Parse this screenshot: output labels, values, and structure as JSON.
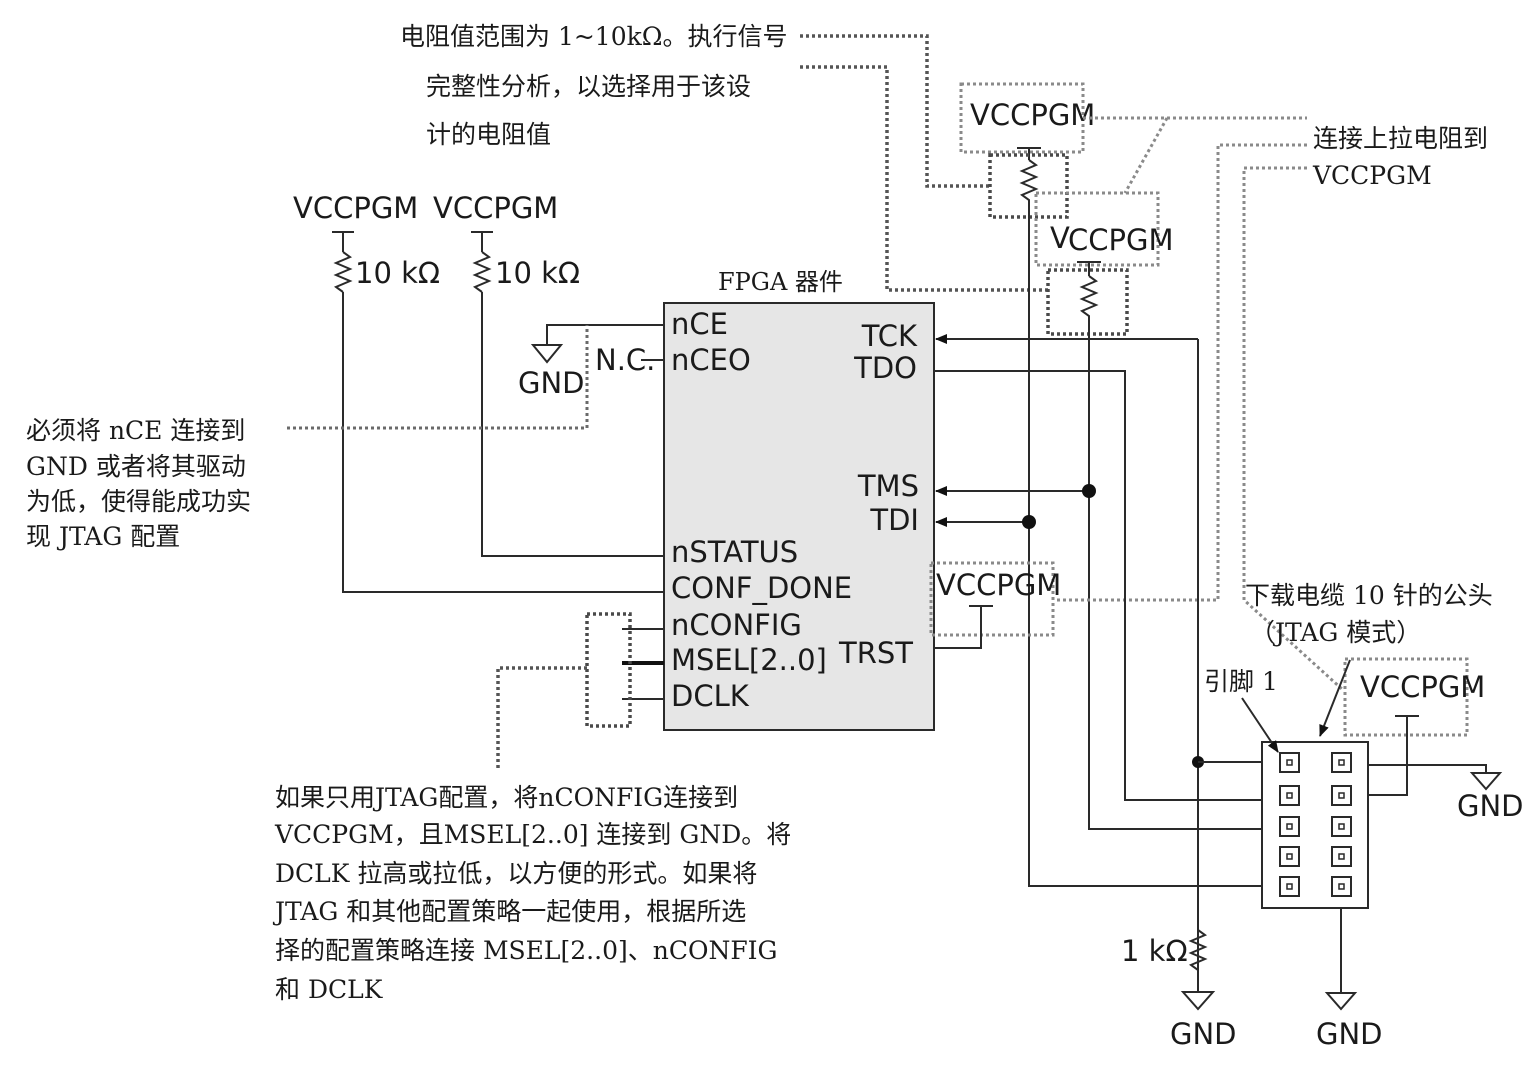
{
  "fpga": {
    "title": "FPGA 器件",
    "left_pins": [
      "nCE",
      "nCEO",
      "nSTATUS",
      "CONF_DONE",
      "nCONFIG",
      "MSEL[2..0]",
      "DCLK"
    ],
    "right_pins": [
      "TCK",
      "TDO",
      "TMS",
      "TDI",
      "TRST"
    ]
  },
  "labels": {
    "vccpgm": "VCCPGM",
    "vccpgm_sub_v": "V",
    "vccpgm_sub_rest": "CCPGM",
    "r_10k": "10 kΩ",
    "r_1k": "1 kΩ",
    "gnd": "GND",
    "nc": "N.C.",
    "pin1": "引脚 1"
  },
  "notes": {
    "resistor_value": [
      "电阻值范围为 1~10kΩ。执行信号",
      "完整性分析，以选择用于该设",
      "计的电阻值"
    ],
    "pullup": [
      "连接上拉电阻到",
      "VCCPGM"
    ],
    "nce": [
      "必须将 nCE 连接到",
      "GND 或者将其驱动",
      "为低，使得能成功实",
      "现 JTAG 配置"
    ],
    "header": [
      "下载电缆 10 针的公头",
      "（JTAG 模式）"
    ],
    "jtag_only": [
      "如果只用JTAG配置，将nCONFIG连接到",
      "VCCPGM，且MSEL[2..0] 连接到 GND。将",
      "DCLK 拉高或拉低，以方便的形式。如果将",
      "JTAG 和其他配置策略一起使用，根据所选",
      "择的配置策略连接 MSEL[2..0]、nCONFIG",
      "和 DCLK"
    ]
  }
}
